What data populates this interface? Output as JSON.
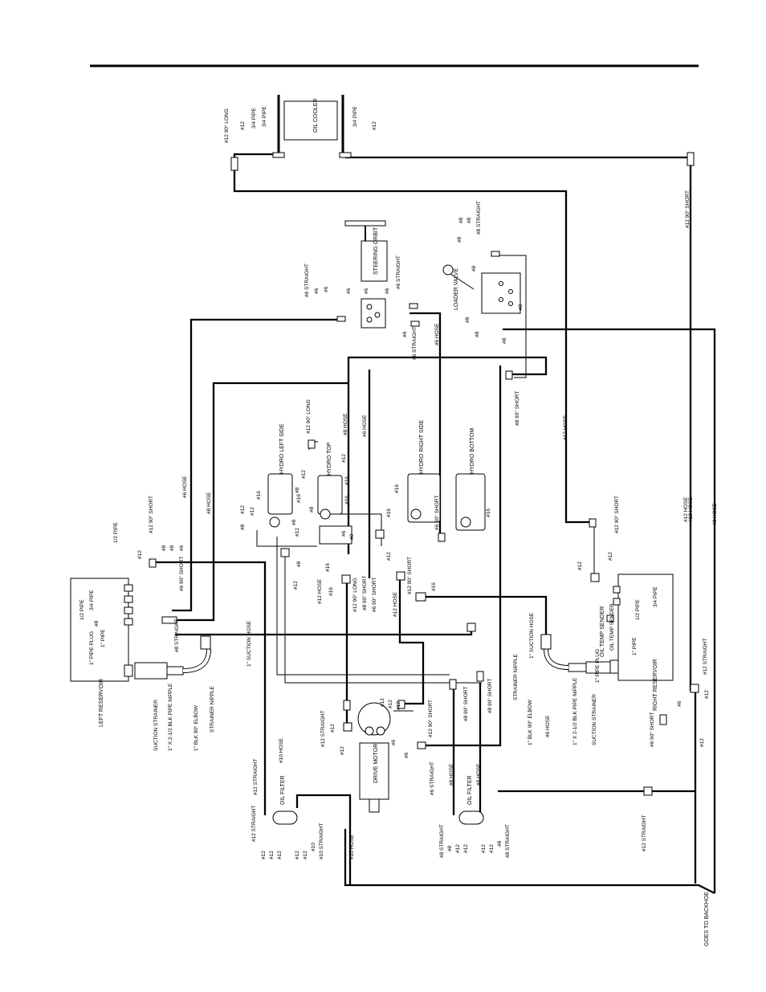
{
  "components": {
    "oil_cooler": "OIL COOLER",
    "steering_orbit": "STEERING ORBIT",
    "loader_valve": "LOADER VALVE",
    "hydro_left_side": "HYDRO LEFT SIDE",
    "hydro_top": "HYDRO TOP",
    "hydro_right_side": "HYDRO RIGHT SIDE",
    "hydro_bottom": "HYDRO BOTTOM",
    "left_reservoir": "LEFT RESERVOIR",
    "right_reservoir": "RIGHT RESERVOIR",
    "drive_motor": "DRIVE MOTOR",
    "oil_filter_left": "OIL FILTER",
    "oil_filter_right": "OIL FILTER",
    "oil_temp_sender": "OIL TEMP SENDER",
    "goes_to_backhoe": "GOES TO BACKHOE"
  },
  "labels": {
    "l01": "#12 90° LONG",
    "l02": "#12",
    "l03": "3/4 PIPE",
    "l04": "3/4 PIPE",
    "l05": "3/4 PIPE",
    "l06": "#12",
    "l07": "#12 90° SHORT",
    "l08": "#8",
    "l09": "#8 STRAIGHT",
    "l10": "#8",
    "l11": "#8",
    "l12": "#8",
    "l13": "#8",
    "l14": "#8",
    "l15": "#8",
    "l16": "#8",
    "l17": "#6 STRAIGHT",
    "l18": "#6",
    "l19": "#6",
    "l20": "#6",
    "l21": "#6",
    "l22": "#6",
    "l23": "#6 STRAIGHT",
    "l24": "#6 STRAIGHT",
    "l25": "#6 HOSE",
    "l26": "#6",
    "l27": "#8 90° SHORT",
    "l28": "#12 HOSE",
    "l29": "#12 90° LONG",
    "l30": "#8 HOSE",
    "l31": "#6 HOSE",
    "l32": "#6 HOSE",
    "l33": "#8 HOSE",
    "l34": "1/2 PIPE",
    "l35": "#12",
    "l36": "#12 90° SHORT",
    "l37": "#8",
    "l38": "#8",
    "l39": "#6",
    "l40": "#6 90° SHORT",
    "l41": "1/2 PIPE",
    "l42": "3/4 PIPE",
    "l43": "#8",
    "l44": "1\" PIPE",
    "l45": "1\" PIPE PLUG",
    "l46": "#8 STRAIGHT",
    "l47": "1\" SUCTION HOSE",
    "l48": "SUCTION STRAINER",
    "l49": "1\" X 2-1/2 BLK PIPE NIPPLE",
    "l50": "1\" BLK 90° ELBOW",
    "l51": "STRAINER NIPPLE",
    "l52": "#12",
    "l53": "#12",
    "l54": "#8",
    "l55": "#16",
    "l56": "#16",
    "l57": "#8",
    "l58": "#8",
    "l59": "#12",
    "l60": "#12",
    "l61": "#16",
    "l62": "#16",
    "l63": "#8",
    "l64": "#12",
    "l65": "#8",
    "l66": "#12",
    "l67": "#12 HOSE",
    "l68": "#12 90° LONG",
    "l69": "#8 90° SHORT",
    "l70": "#6 90° SHORT",
    "l71": "#12 HOSE",
    "l72": "#12 90° SHORT",
    "l73": "#16",
    "l74": "#16",
    "l75": "#12",
    "l76": "#6",
    "l77": "#8",
    "l78": "#16",
    "l79": "#6 90° SHORT",
    "l80": "#16",
    "l81": "#16",
    "l82": "#16",
    "l83": "#12 90° SHORT",
    "l84": "#12 HOSE",
    "l85": "#12",
    "l86": "#12",
    "l87": "1/2 PIPE",
    "l88": "3/4 PIPE",
    "l89": "OIL TEMP SENDER",
    "l90": "1\" PIPE PLUG",
    "l91": "1\" PIPE",
    "l92": "1\" SUCTION HOSE",
    "l93": "STRAINER NIPPLE",
    "l94": "1\" BLK 90° ELBOW",
    "l95": "1\" X 2-1/2 BLK PIPE NIPPLE",
    "l96": "SUCTION STRAINER",
    "l97": "#6 HOSE",
    "l98": "#12 HOSE",
    "l99": "#8 HOSE",
    "l100": "#12 STRAIGHT",
    "l101": "#12",
    "l102": "#6",
    "l103": "#6 90° SHORT",
    "l104": "#12",
    "l105": "#12 STRAIGHT",
    "l106": "#10 HOSE",
    "l107": "#12 STRAIGHT",
    "l108": "#12",
    "l109": "#12",
    "l110": "#12",
    "l111": "#12",
    "l112": "#12",
    "l113": "#12 90° SHORT",
    "l114": "#6",
    "l115": "#6",
    "l116": "#8 90° SHORT",
    "l117": "#8 90° SHORT",
    "l118": "#6 STRAIGHT",
    "l119": "#8 HOSE",
    "l120": "#8 HOSE",
    "l121": "#12 STRAIGHT",
    "l122": "#12",
    "l123": "#12",
    "l124": "#12",
    "l125": "#12",
    "l126": "#12",
    "l127": "#10",
    "l128": "#10 STRAIGHT",
    "l129": "#10 HOSE",
    "l130": "#8 STRAIGHT",
    "l131": "#8",
    "l132": "#12",
    "l133": "#12",
    "l134": "#12",
    "l135": "#12",
    "l136": "#8",
    "l137": "#8 STRAIGHT",
    "l138": "#12 STRAIGHT"
  }
}
